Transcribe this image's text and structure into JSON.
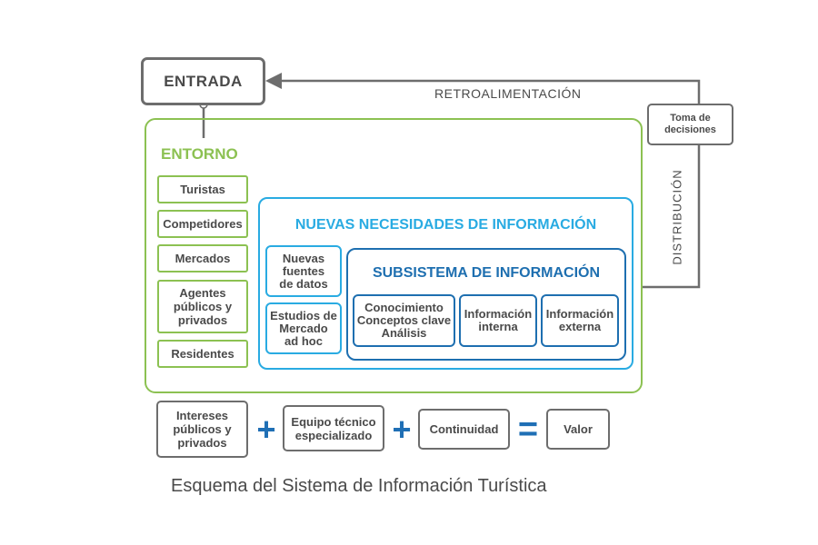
{
  "entrada": "ENTRADA",
  "retroalimentacion": "RETROALIMENTACIÓN",
  "toma_decisiones": "Toma de\ndecisiones",
  "distribucion": "DISTRIBUCIÓN",
  "entorno": {
    "title": "ENTORNO",
    "items": [
      "Turistas",
      "Competidores",
      "Mercados",
      "Agentes\npúblicos y\nprivados",
      "Residentes"
    ]
  },
  "nuevas": {
    "title": "NUEVAS NECESIDADES DE INFORMACIÓN",
    "items": [
      "Nuevas\nfuentes\nde datos",
      "Estudios de\nMercado\nad hoc"
    ]
  },
  "subsistema": {
    "title": "SUBSISTEMA DE INFORMACIÓN",
    "items": [
      "Conocimiento\nConceptos clave\nAnálisis",
      "Información\ninterna",
      "Información\nexterna"
    ]
  },
  "formula": {
    "intereses": "Intereses\npúblicos y\nprivados",
    "equipo": "Equipo técnico\nespecializado",
    "continuidad": "Continuidad",
    "valor": "Valor",
    "plus": "+",
    "equals": "="
  },
  "caption": "Esquema del Sistema de Información Turística",
  "colors": {
    "green": "#8cc152",
    "light_blue": "#29abe2",
    "dark_blue": "#1e6fb0",
    "gray": "#6d6d6d"
  }
}
